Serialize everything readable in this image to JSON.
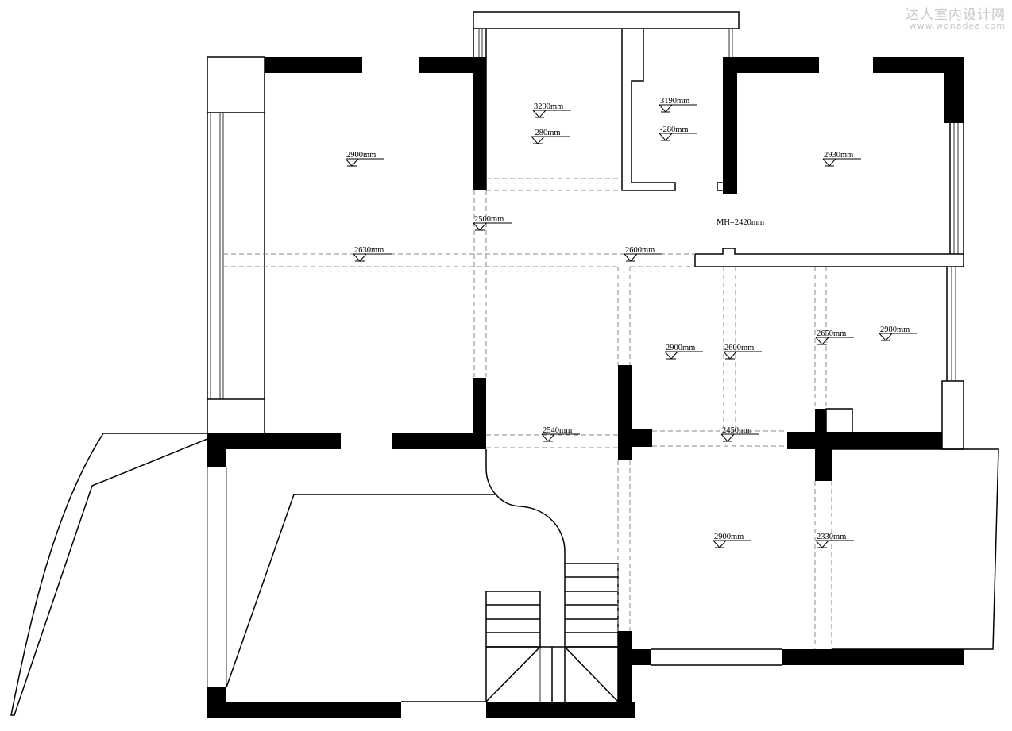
{
  "watermark": {
    "line1": "达人室内设计网",
    "line2": "www.wonadea.com"
  },
  "colors": {
    "wall": "#000000",
    "line": "#000000",
    "dash": "#8a8a8a",
    "background": "#ffffff",
    "watermark": "#c9c9c9"
  },
  "ceiling_marks": [
    {
      "id": "room-nw",
      "label": "2900mm"
    },
    {
      "id": "room-n1",
      "label": "3200mm"
    },
    {
      "id": "room-n1-sub",
      "label": "-280mm"
    },
    {
      "id": "room-n2",
      "label": "3190mm"
    },
    {
      "id": "room-n2-sub",
      "label": "-280mm"
    },
    {
      "id": "room-ne",
      "label": "2930mm"
    },
    {
      "id": "corridor-a",
      "label": "2500mm"
    },
    {
      "id": "corridor-b",
      "label": "2630mm"
    },
    {
      "id": "corridor-c",
      "label": "2600mm"
    },
    {
      "id": "room-center",
      "label": "2900mm"
    },
    {
      "id": "room-center-b",
      "label": "2600mm"
    },
    {
      "id": "room-east-a",
      "label": "2650mm"
    },
    {
      "id": "room-east-b",
      "label": "2980mm"
    },
    {
      "id": "passage-a",
      "label": "2540mm"
    },
    {
      "id": "passage-b",
      "label": "2450mm"
    },
    {
      "id": "room-se",
      "label": "2900mm"
    },
    {
      "id": "room-se-b",
      "label": "2330mm"
    }
  ],
  "mh_label": "MH=2420mm"
}
